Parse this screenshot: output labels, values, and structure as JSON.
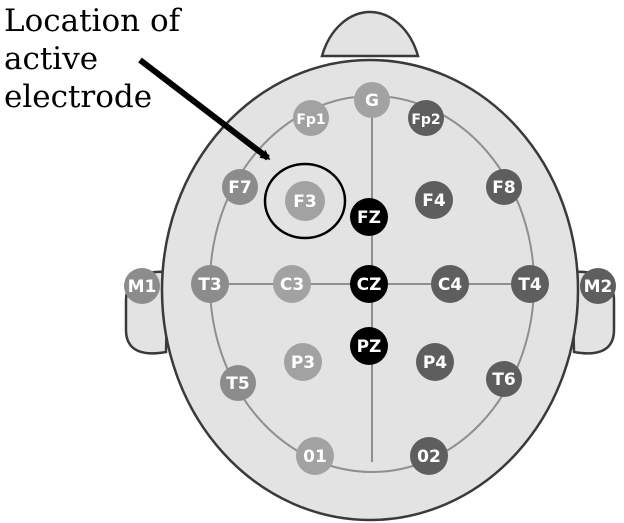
{
  "annotation": {
    "line1": "Location of",
    "line2": "active",
    "line3": "electrode"
  },
  "colors": {
    "head_fill": "#e3e3e3",
    "outline": "#3a3a3a",
    "guide_lines": "#8f8f8f",
    "light_electrode": "#a2a2a2",
    "mid_electrode": "#8c8c8c",
    "dark_electrode": "#5e5e5e",
    "black_electrode": "#000000"
  },
  "electrodes": {
    "G": "G",
    "Fp1": "Fp1",
    "Fp2": "Fp2",
    "F7": "F7",
    "F3": "F3",
    "FZ": "FZ",
    "F4": "F4",
    "F8": "F8",
    "M1": "M1",
    "T3": "T3",
    "C3": "C3",
    "CZ": "CZ",
    "C4": "C4",
    "T4": "T4",
    "M2": "M2",
    "P3": "P3",
    "PZ": "PZ",
    "P4": "P4",
    "T5": "T5",
    "T6": "T6",
    "O1": "01",
    "O2": "02"
  }
}
